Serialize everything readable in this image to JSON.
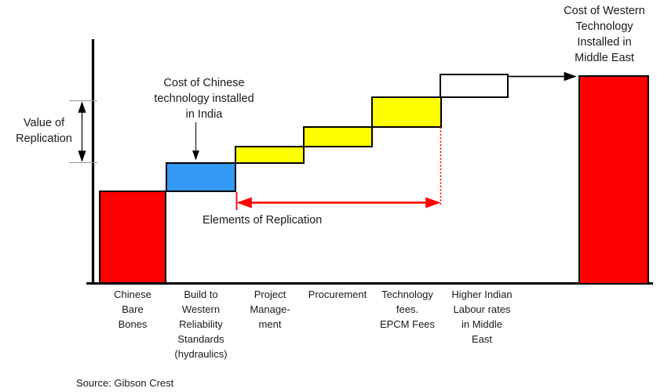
{
  "chart_data": {
    "type": "bar",
    "title": "",
    "subtitle": "",
    "xlabel": "",
    "ylabel": "",
    "grid": false,
    "legend_position": "none",
    "waterfall": true,
    "categories": [
      "Chinese\nBare\nBones",
      "Build to\nWestern\nReliability\nStandards\n(hydraulics)",
      "Project\nManage-\nment",
      "Procurement",
      "Technology\nfees.\nEPCM Fees",
      "Higher Indian\nLabour  rates\nin Middle\nEast",
      ""
    ],
    "bars": [
      {
        "label": "Chinese Bare Bones",
        "kind": "base",
        "fill": "#FF0000",
        "start": 0,
        "end": 117,
        "value": 117
      },
      {
        "label": "Build to Western Reliability Standards (hydraulics)",
        "kind": "increment",
        "fill": "#3399F5",
        "start": 117,
        "end": 153,
        "value": 36
      },
      {
        "label": "Project Management",
        "kind": "increment",
        "fill": "#FFFF00",
        "start": 153,
        "end": 174,
        "value": 21
      },
      {
        "label": "Procurement",
        "kind": "increment",
        "fill": "#FFFF00",
        "start": 174,
        "end": 199,
        "value": 25
      },
      {
        "label": "Technology fees. EPCM Fees",
        "kind": "increment",
        "fill": "#FFFF00",
        "start": 199,
        "end": 237,
        "value": 38
      },
      {
        "label": "Higher Indian Labour rates in Middle East",
        "kind": "increment",
        "fill": "#FFFFFF",
        "start": 237,
        "end": 266,
        "value": 29
      },
      {
        "label": "Cost of Western Technology Installed in Middle East",
        "kind": "total",
        "fill": "#FF0000",
        "start": 0,
        "end": 264,
        "value": 264
      }
    ],
    "ylim": [
      0,
      311
    ],
    "annotations": [
      {
        "name": "cost-of-western-technology",
        "text": "Cost of Western\nTechnology\nInstalled in\nMiddle East"
      },
      {
        "name": "cost-of-chinese-technology",
        "text": "Cost of Chinese\ntechnology installed\nin India"
      },
      {
        "name": "value-of-replication",
        "text": "Value of\nReplication"
      },
      {
        "name": "elements-of-replication",
        "text": "Elements of Replication"
      }
    ]
  },
  "annotations": {
    "western_cost": "Cost of Western\nTechnology\nInstalled in\nMiddle East",
    "chinese_cost": "Cost of Chinese\ntechnology installed\nin India",
    "value_of_replication": "Value of\nReplication",
    "elements_of_replication": "Elements of Replication"
  },
  "axis": {
    "category_labels": [
      "Chinese\nBare\nBones",
      "Build to\nWestern\nReliability\nStandards\n(hydraulics)",
      "Project\nManage-\nment",
      "Procurement",
      "Technology\nfees.\nEPCM Fees",
      "Higher Indian\nLabour  rates\nin Middle\nEast"
    ]
  },
  "footer": {
    "source": "Source: Gibson Crest"
  },
  "colors": {
    "base_red": "#FF0000",
    "increment_blue": "#3399F5",
    "increment_yellow": "#FFFF00",
    "increment_white": "#FFFFFF",
    "outline": "#000000",
    "arrow_red": "#FF0000",
    "arrow_black": "#000000",
    "text": "#1a1a1a"
  }
}
